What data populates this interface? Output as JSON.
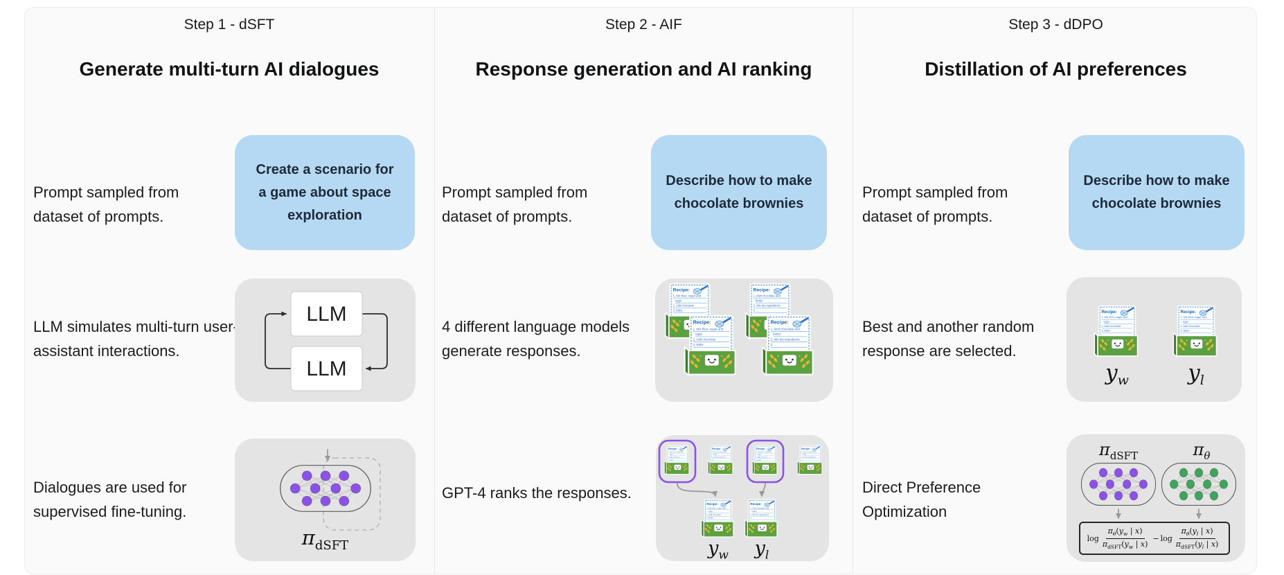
{
  "colors": {
    "panel-bg": "#fafafa",
    "divider": "#e9e9e9",
    "text": "#1b1c1f",
    "blue-box-bg": "#b5d8f3",
    "box-text": "#1f2a38",
    "gray-box-bg": "#e4e4e4",
    "purple": "#8c52e8",
    "green": "#3fa45c",
    "select-ring": "#8b52e8",
    "recipe-blue": "#1565c0",
    "recipe-border": "#4f97d8",
    "box-green": "#5ba041",
    "box-green-dark": "#3f7a2e",
    "wheat": "#e6b831",
    "arrow-dark": "#2b2b2b",
    "arrow-gray": "#9a9a9a"
  },
  "columns": [
    {
      "step": "Step 1 - dSFT",
      "title": "Generate multi-turn AI dialogues",
      "rows": [
        {
          "text": "Prompt sampled from dataset of prompts.",
          "bubble": "Create a scenario for a game about space exploration"
        },
        {
          "text": "LLM simulates multi-turn user-assistant interactions."
        },
        {
          "text": "Dialogues are used for supervised fine-tuning."
        }
      ]
    },
    {
      "step": "Step 2 - AIF",
      "title": "Response generation and AI ranking",
      "rows": [
        {
          "text": "Prompt sampled from dataset of prompts.",
          "bubble": "Describe how to make chocolate brownies"
        },
        {
          "text": "4 different language models generate responses."
        },
        {
          "text": "GPT-4 ranks the responses."
        }
      ]
    },
    {
      "step": "Step 3 - dDPO",
      "title": "Distillation of AI preferences",
      "rows": [
        {
          "text": "Prompt sampled from dataset of prompts.",
          "bubble": "Describe how to make chocolate brownies"
        },
        {
          "text": "Best and another random response are selected."
        },
        {
          "text": "Direct Preference Optimization"
        }
      ]
    }
  ],
  "shared": {
    "llm": "LLM"
  },
  "recipe": {
    "title": "Recipe:",
    "variant_a": [
      "1. Mix flour, sugar and",
      "eggs",
      "2. Add chocolate",
      "3. Bake"
    ],
    "variant_b": [
      "1. Melt chocolate and",
      "butter",
      "2. Mix dry ingredients",
      "3. ..."
    ]
  },
  "math": {
    "pi": "π",
    "theta": "θ",
    "dsft": "dSFT",
    "y": "y",
    "w": "w",
    "l": "l",
    "x": "x",
    "log": "log",
    "minus": "−",
    "lp": "(",
    "rp": ")",
    "bar": " | "
  }
}
